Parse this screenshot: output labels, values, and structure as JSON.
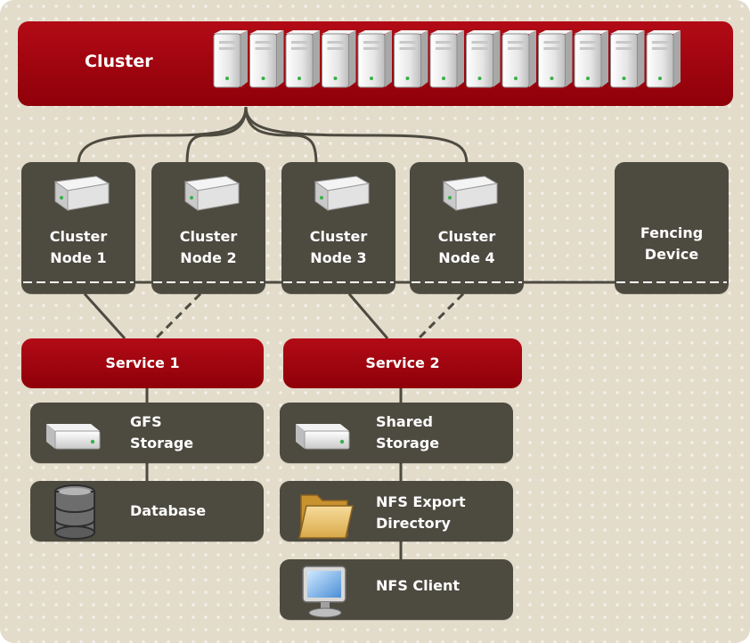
{
  "cluster": {
    "title": "Cluster"
  },
  "nodes": [
    {
      "line1": "Cluster",
      "line2": "Node 1"
    },
    {
      "line1": "Cluster",
      "line2": "Node 2"
    },
    {
      "line1": "Cluster",
      "line2": "Node 3"
    },
    {
      "line1": "Cluster",
      "line2": "Node 4"
    }
  ],
  "fencing": {
    "line1": "Fencing",
    "line2": "Device"
  },
  "service1": {
    "title": "Service 1",
    "gfs": {
      "line1": "GFS",
      "line2": "Storage"
    },
    "database": {
      "label": "Database"
    }
  },
  "service2": {
    "title": "Service 2",
    "shared": {
      "line1": "Shared",
      "line2": "Storage"
    },
    "nfs_export": {
      "line1": "NFS Export",
      "line2": "Directory"
    },
    "nfs_client": {
      "label": "NFS Client"
    }
  },
  "colors": {
    "accent_red": "#a3000e",
    "panel": "#4d4a40",
    "background": "#e3dccb"
  }
}
